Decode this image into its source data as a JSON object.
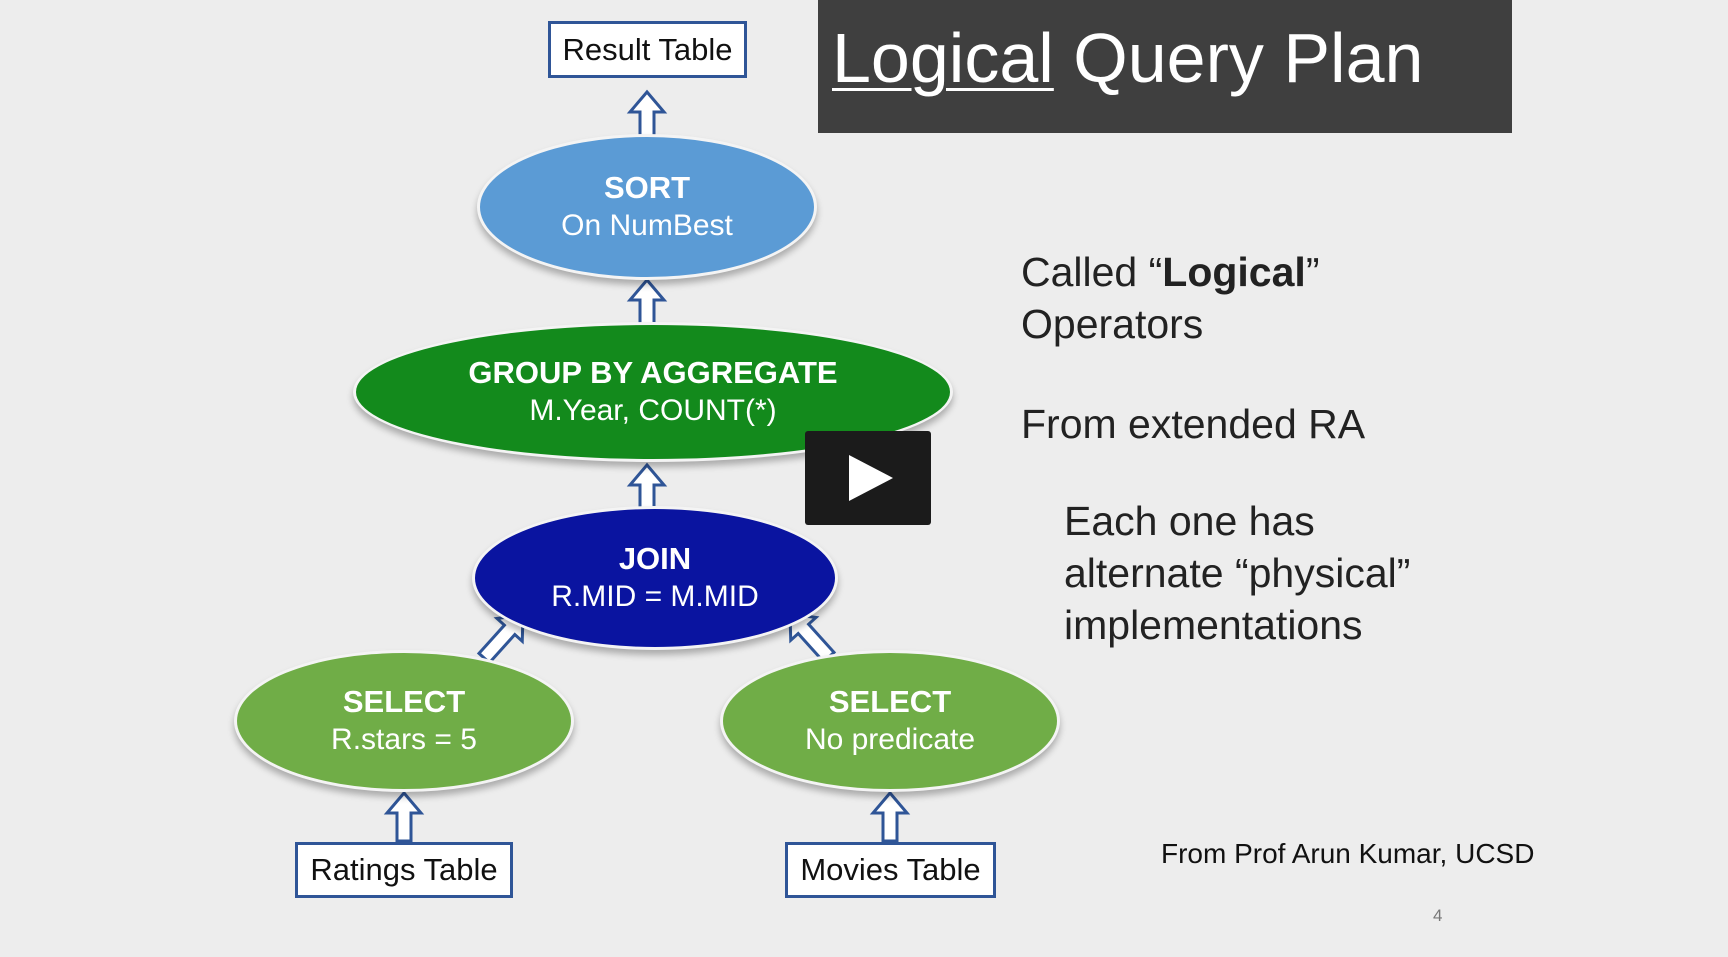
{
  "slide": {
    "title_underlined": "Logical",
    "title_rest": " Query Plan",
    "page_number": "4",
    "credit": "From Prof Arun Kumar, UCSD"
  },
  "tree": {
    "result_table": "Result Table",
    "sort": {
      "heading": "SORT",
      "detail": "On NumBest"
    },
    "group": {
      "heading": "GROUP BY AGGREGATE",
      "detail": "M.Year, COUNT(*)"
    },
    "join": {
      "heading": "JOIN",
      "detail": "R.MID = M.MID"
    },
    "select_left": {
      "heading": "SELECT",
      "detail": "R.stars = 5"
    },
    "select_right": {
      "heading": "SELECT",
      "detail": "No predicate"
    },
    "ratings_table": "Ratings Table",
    "movies_table": "Movies Table"
  },
  "notes": {
    "called_prefix": "Called “",
    "called_bold": "Logical",
    "called_suffix": "”",
    "operators": "Operators",
    "extended": "From extended RA",
    "each_line1": "Each one has",
    "each_line2": "alternate “physical”",
    "each_line3": "implementations"
  },
  "colors": {
    "title_bar": "#3f3f3f",
    "sort_node": "#5b9bd5",
    "group_node": "#138a1c",
    "join_node": "#0a14a0",
    "select_node": "#70ad47",
    "box_border": "#2f5597"
  },
  "player": {
    "icon": "play-icon"
  }
}
